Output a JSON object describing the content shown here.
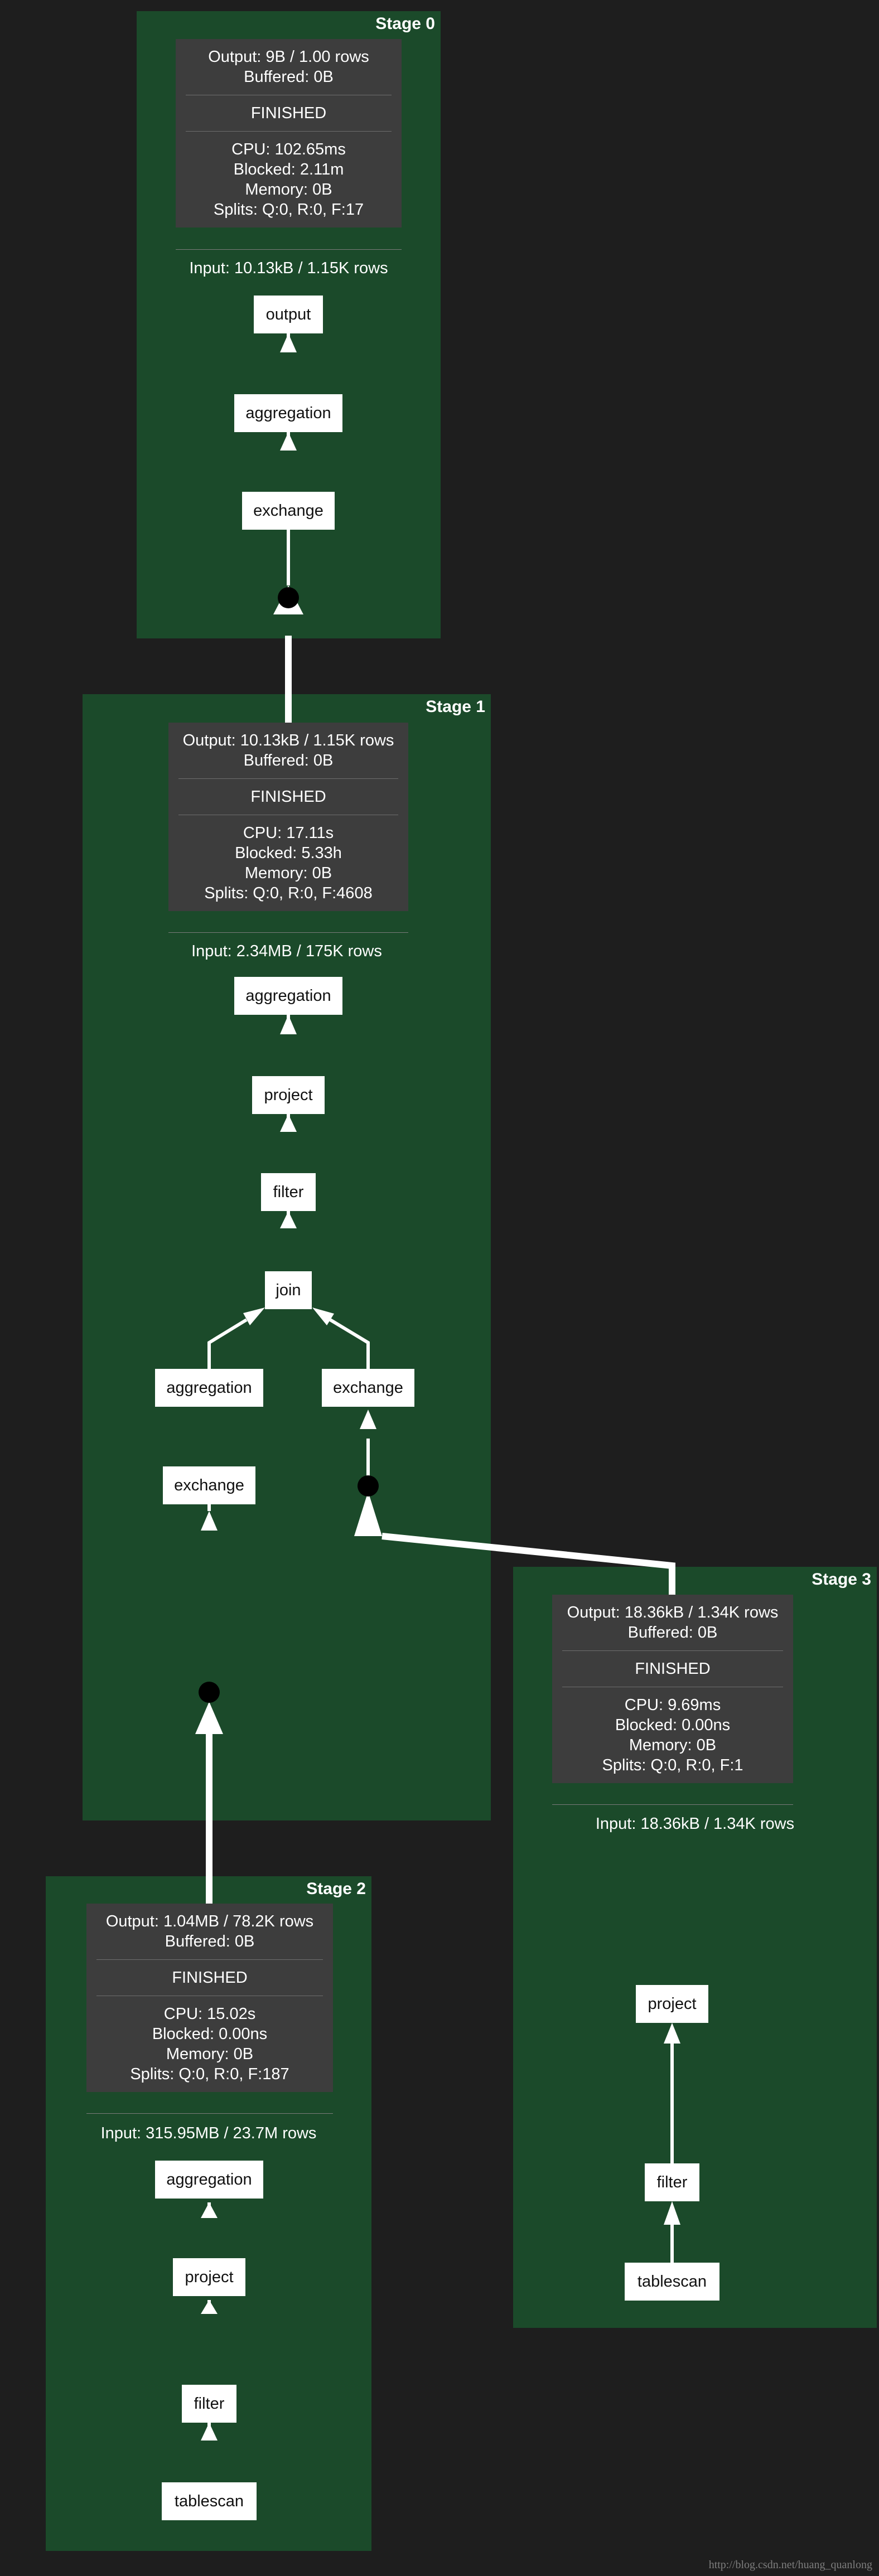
{
  "stages": {
    "s0": {
      "title": "Stage 0",
      "output": "Output: 9B / 1.00 rows",
      "buffered": "Buffered: 0B",
      "state": "FINISHED",
      "cpu": "CPU: 102.65ms",
      "blocked": "Blocked: 2.11m",
      "memory": "Memory: 0B",
      "splits": "Splits: Q:0, R:0, F:17",
      "input": "Input: 10.13kB / 1.15K rows"
    },
    "s1": {
      "title": "Stage 1",
      "output": "Output: 10.13kB / 1.15K rows",
      "buffered": "Buffered: 0B",
      "state": "FINISHED",
      "cpu": "CPU: 17.11s",
      "blocked": "Blocked: 5.33h",
      "memory": "Memory: 0B",
      "splits": "Splits: Q:0, R:0, F:4608",
      "input": "Input: 2.34MB / 175K rows"
    },
    "s2": {
      "title": "Stage 2",
      "output": "Output: 1.04MB / 78.2K rows",
      "buffered": "Buffered: 0B",
      "state": "FINISHED",
      "cpu": "CPU: 15.02s",
      "blocked": "Blocked: 0.00ns",
      "memory": "Memory: 0B",
      "splits": "Splits: Q:0, R:0, F:187",
      "input": "Input: 315.95MB / 23.7M rows"
    },
    "s3": {
      "title": "Stage 3",
      "output": "Output: 18.36kB / 1.34K rows",
      "buffered": "Buffered: 0B",
      "state": "FINISHED",
      "cpu": "CPU: 9.69ms",
      "blocked": "Blocked: 0.00ns",
      "memory": "Memory: 0B",
      "splits": "Splits: Q:0, R:0, F:1",
      "input": "Input: 18.36kB / 1.34K rows"
    }
  },
  "nodes": {
    "s0_output": "output",
    "s0_aggregation": "aggregation",
    "s0_exchange": "exchange",
    "s1_aggregation": "aggregation",
    "s1_project": "project",
    "s1_filter": "filter",
    "s1_join": "join",
    "s1_left_aggregation": "aggregation",
    "s1_right_exchange": "exchange",
    "s1_left_exchange": "exchange",
    "s2_aggregation": "aggregation",
    "s2_project": "project",
    "s2_filter": "filter",
    "s2_tablescan": "tablescan",
    "s3_project": "project",
    "s3_filter": "filter",
    "s3_tablescan": "tablescan"
  },
  "watermark": "http://blog.csdn.net/huang_quanlong",
  "colors": {
    "background": "#1e1e1e",
    "stage": "#1b4a2a",
    "stats_box": "#3d3d3d",
    "node": "#ffffff",
    "edge": "#ffffff",
    "junction": "#000000"
  }
}
